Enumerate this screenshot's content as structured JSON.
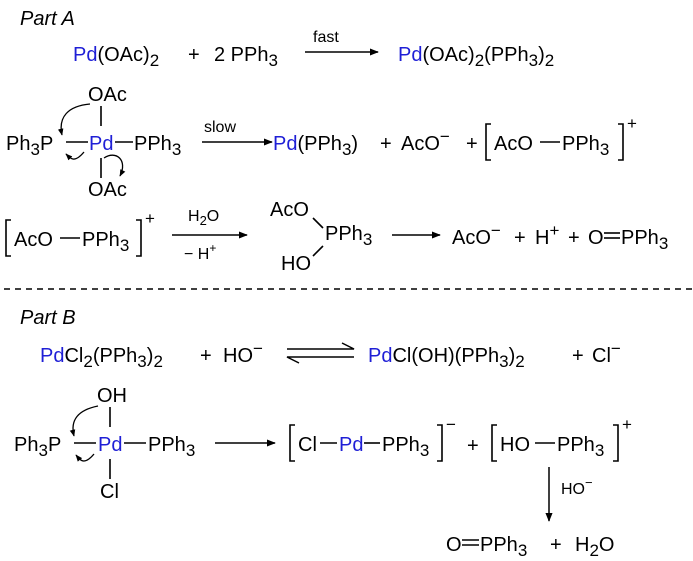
{
  "colors": {
    "palladium": "#1f1fd6",
    "text": "#000000",
    "background": "#ffffff"
  },
  "part_a": {
    "title": "Part A",
    "r1": {
      "reactant": {
        "pd": "Pd",
        "ligand": "(OAc)",
        "sub": "2"
      },
      "plus": "+",
      "coeff": "2 PPh",
      "coeff_sub": "3",
      "arrow_label": "fast",
      "product": {
        "pd": "Pd",
        "a": "(OAc)",
        "a_sub": "2",
        "b": "(PPh",
        "b_sub": "3",
        "c": ")",
        "c_sub": "2"
      }
    },
    "r2": {
      "top_group": "OAc",
      "bottom_group": "OAc",
      "left_group": "Ph",
      "left_sub": "3",
      "left_p": "P",
      "center": "Pd",
      "right_group": "PPh",
      "right_sub": "3",
      "arrow_label": "slow",
      "product_pd": "Pd",
      "product_rest": "(PPh",
      "product_sub": "3",
      "product_close": ")",
      "plus1": "+",
      "acetate": "AcO",
      "acetate_charge": "−",
      "plus2": "+",
      "cation_left": "AcO",
      "cation_right": "PPh",
      "cation_sub": "3",
      "cation_charge": "+"
    },
    "r3": {
      "cation_left": "AcO",
      "cation_right": "PPh",
      "cation_sub": "3",
      "cation_charge": "+",
      "arrow_top_h": "H",
      "arrow_top_sub": "2",
      "arrow_top_o": "O",
      "arrow_bottom": "− H",
      "arrow_bottom_charge": "+",
      "int_aco": "AcO",
      "int_p": "PPh",
      "int_p_sub": "3",
      "int_ho": "HO",
      "prod_acetate": "AcO",
      "prod_acetate_charge": "−",
      "plus1": "+",
      "proton": "H",
      "proton_charge": "+",
      "plus2": "+",
      "oxide_o": "O",
      "oxide_p": "PPh",
      "oxide_sub": "3"
    }
  },
  "part_b": {
    "title": "Part B",
    "r1": {
      "pd": "Pd",
      "reactant_rest": "Cl",
      "reactant_sub1": "2",
      "reactant_paren": "(PPh",
      "reactant_sub2": "3",
      "reactant_close": ")",
      "reactant_sub3": "2",
      "plus": "+",
      "hydroxide": "HO",
      "hydroxide_charge": "−",
      "product_pd": "Pd",
      "product_rest": "Cl(OH)(PPh",
      "product_sub1": "3",
      "product_close": ")",
      "product_sub2": "2",
      "plus2": "+",
      "chloride": "Cl",
      "chloride_charge": "−"
    },
    "r2": {
      "top_group": "OH",
      "bottom_group": "Cl",
      "left_group": "Ph",
      "left_sub": "3",
      "left_p": "P",
      "center": "Pd",
      "right_group": "PPh",
      "right_sub": "3",
      "anion_cl": "Cl",
      "anion_pd": "Pd",
      "anion_p": "PPh",
      "anion_sub": "3",
      "anion_charge": "−",
      "plus": "+",
      "cation_left": "HO",
      "cation_right": "PPh",
      "cation_sub": "3",
      "cation_charge": "+",
      "down_arrow_label": "HO",
      "down_arrow_charge": "−",
      "oxide_o": "O",
      "oxide_p": "PPh",
      "oxide_sub": "3",
      "plus2": "+",
      "water_h": "H",
      "water_sub": "2",
      "water_o": "O"
    }
  }
}
